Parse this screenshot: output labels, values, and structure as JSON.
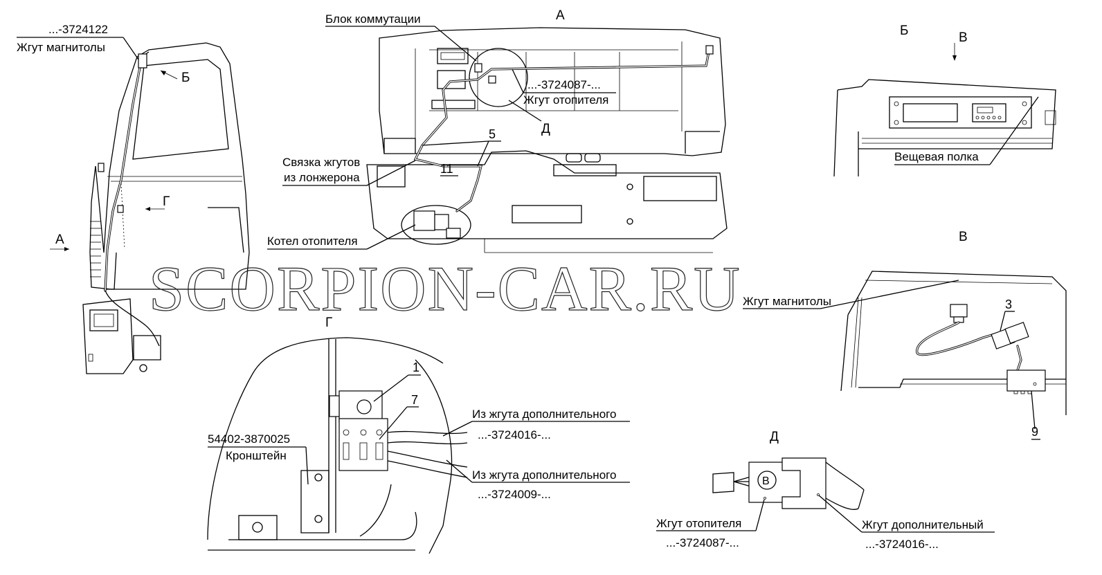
{
  "watermark": "SCORPION-CAR.RU",
  "views": {
    "a_top": "А",
    "b_title": "Б",
    "v_arrow": "В",
    "v_title": "В",
    "g_title": "Г",
    "d_title": "Д",
    "a_side": "А",
    "b_side": "Б",
    "g_side": "Г",
    "d_center": "Д"
  },
  "labels": {
    "harness_radio_part": "...-3724122",
    "harness_radio": "Жгут магнитолы",
    "switch_block": "Блок коммутации",
    "heater_harness_part": "...-3724087-...",
    "heater_harness": "Жгут отопителя",
    "bundle_line1": "Связка жгутов",
    "bundle_line2": "из лонжерона",
    "heater_boiler": "Котел отопителя",
    "shelf": "Вещевая полка",
    "harness_radio_v": "Жгут магнитолы",
    "from_aux_1": "Из жгута дополнительного",
    "from_aux_1_part": "...-3724016-...",
    "from_aux_2": "Из жгута дополнительного",
    "from_aux_2_part": "...-3724009-...",
    "bracket_part": "54402-3870025",
    "bracket": "Кронштейн",
    "d_heater": "Жгут отопителя",
    "d_heater_part": "...-3724087-...",
    "d_aux": "Жгут дополнительный",
    "d_aux_part": "...-3724016-...",
    "connector_mark": "В"
  },
  "callouts": {
    "n1": "1",
    "n3": "3",
    "n5": "5",
    "n7": "7",
    "n9": "9",
    "n11": "11"
  }
}
